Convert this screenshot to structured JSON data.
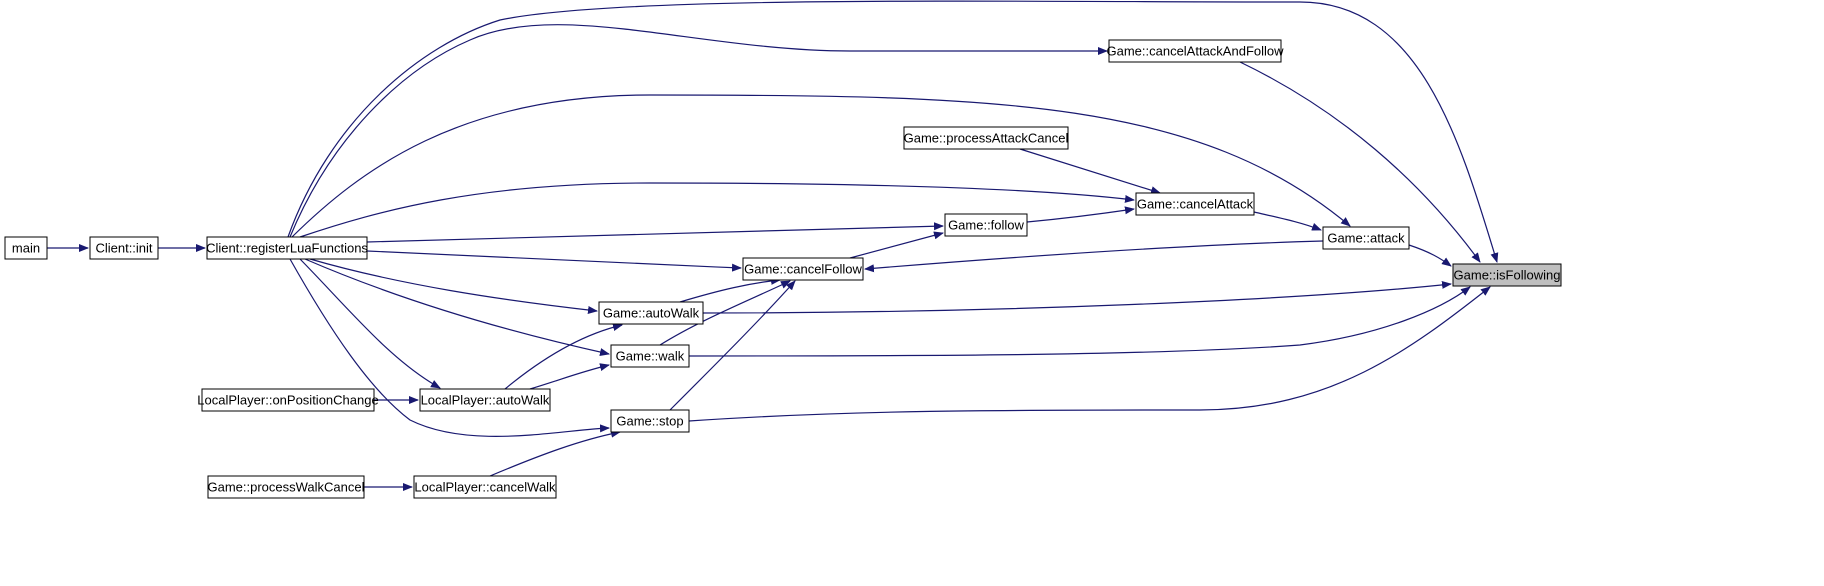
{
  "graph": {
    "kind": "caller-graph",
    "nodes": [
      {
        "id": "main",
        "label": "main"
      },
      {
        "id": "client_init",
        "label": "Client::init"
      },
      {
        "id": "register_lua",
        "label": "Client::registerLuaFunctions"
      },
      {
        "id": "on_position_change",
        "label": "LocalPlayer::onPositionChange"
      },
      {
        "id": "process_walk_cancel",
        "label": "Game::processWalkCancel"
      },
      {
        "id": "lp_autowalk",
        "label": "LocalPlayer::autoWalk"
      },
      {
        "id": "lp_cancelwalk",
        "label": "LocalPlayer::cancelWalk"
      },
      {
        "id": "game_autowalk",
        "label": "Game::autoWalk"
      },
      {
        "id": "game_walk",
        "label": "Game::walk"
      },
      {
        "id": "game_stop",
        "label": "Game::stop"
      },
      {
        "id": "cancel_follow",
        "label": "Game::cancelFollow"
      },
      {
        "id": "follow",
        "label": "Game::follow"
      },
      {
        "id": "process_attack_cancel",
        "label": "Game::processAttackCancel"
      },
      {
        "id": "cancel_attack",
        "label": "Game::cancelAttack"
      },
      {
        "id": "cancel_attack_and_follow",
        "label": "Game::cancelAttackAndFollow"
      },
      {
        "id": "attack",
        "label": "Game::attack"
      },
      {
        "id": "is_following",
        "label": "Game::isFollowing",
        "current": true
      }
    ],
    "edges": [
      [
        "main",
        "client_init"
      ],
      [
        "client_init",
        "register_lua"
      ],
      [
        "on_position_change",
        "lp_autowalk"
      ],
      [
        "process_walk_cancel",
        "lp_cancelwalk"
      ],
      [
        "register_lua",
        "cancel_attack_and_follow"
      ],
      [
        "register_lua",
        "is_following"
      ],
      [
        "register_lua",
        "attack"
      ],
      [
        "register_lua",
        "cancel_attack"
      ],
      [
        "register_lua",
        "follow"
      ],
      [
        "register_lua",
        "cancel_follow"
      ],
      [
        "register_lua",
        "game_autowalk"
      ],
      [
        "register_lua",
        "game_walk"
      ],
      [
        "register_lua",
        "lp_autowalk"
      ],
      [
        "register_lua",
        "game_stop"
      ],
      [
        "lp_autowalk",
        "game_autowalk"
      ],
      [
        "lp_autowalk",
        "game_walk"
      ],
      [
        "lp_cancelwalk",
        "game_stop"
      ],
      [
        "game_autowalk",
        "cancel_follow"
      ],
      [
        "game_walk",
        "cancel_follow"
      ],
      [
        "game_stop",
        "cancel_follow"
      ],
      [
        "game_autowalk",
        "is_following"
      ],
      [
        "game_walk",
        "is_following"
      ],
      [
        "game_stop",
        "is_following"
      ],
      [
        "follow",
        "cancel_attack"
      ],
      [
        "cancel_follow",
        "follow"
      ],
      [
        "process_attack_cancel",
        "cancel_attack"
      ],
      [
        "cancel_attack",
        "attack"
      ],
      [
        "attack",
        "cancel_follow"
      ],
      [
        "attack",
        "is_following"
      ],
      [
        "cancel_attack_and_follow",
        "is_following"
      ]
    ]
  }
}
